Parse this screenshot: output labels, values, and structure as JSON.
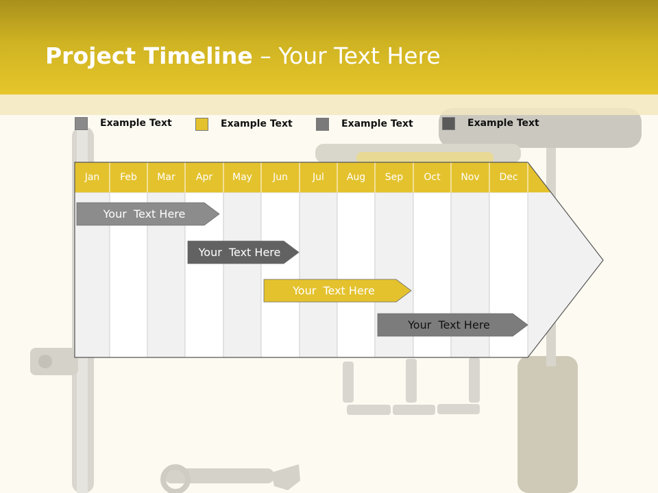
{
  "header": {
    "title_bold": "Project Timeline",
    "title_sep": " – ",
    "title_rest": "Your Text Here"
  },
  "legend": [
    {
      "label": "Example Text",
      "color": "#8a8a8a"
    },
    {
      "label": "Example Text",
      "color": "#e4c22e"
    },
    {
      "label": "Example Text",
      "color": "#7a7a7a"
    },
    {
      "label": "Example Text",
      "color": "#5a5a5a"
    }
  ],
  "months": [
    "Jan",
    "Feb",
    "Mar",
    "Apr",
    "May",
    "Jun",
    "Jul",
    "Aug",
    "Sep",
    "Oct",
    "Nov",
    "Dec"
  ],
  "tasks": [
    {
      "label": "Your  Text Here",
      "start_month": "Jan",
      "end_month": "Apr",
      "color": "#8c8c8c",
      "text_color": "#ffffff"
    },
    {
      "label": "Your  Text Here",
      "start_month": "Apr",
      "end_month": "Jun",
      "color": "#626262",
      "text_color": "#ffffff"
    },
    {
      "label": "Your  Text Here",
      "start_month": "Jun",
      "end_month": "Sep",
      "color": "#e4c22e",
      "text_color": "#ffffff"
    },
    {
      "label": "Your  Text Here",
      "start_month": "Sep",
      "end_month": "Dec",
      "color": "#7c7c7c",
      "text_color": "#111111"
    }
  ],
  "colors": {
    "accent": "#e4c22e",
    "column_alt": "#f1f1f1",
    "column": "#ffffff",
    "grid": "#c8c8c8"
  }
}
